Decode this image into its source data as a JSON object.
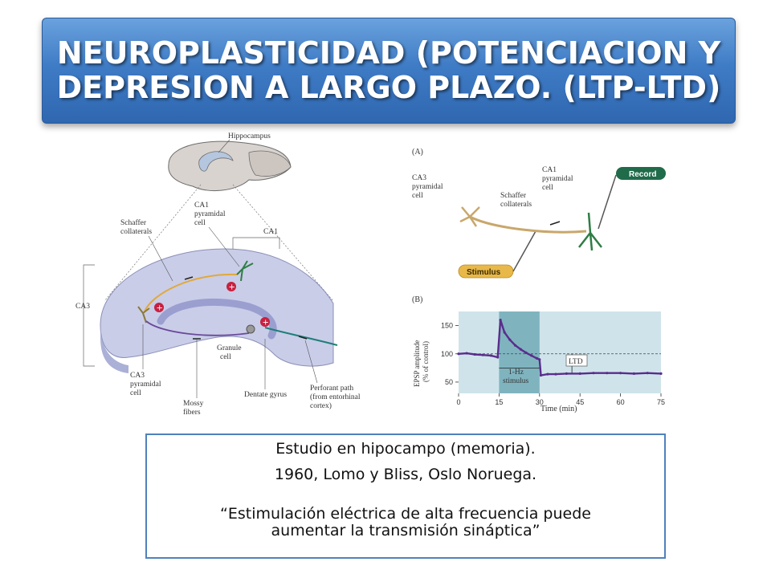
{
  "slide": {
    "title_line1": "NEUROPLASTICIDAD (POTENCIACION Y",
    "title_line2": "DEPRESION A LARGO PLAZO. (LTP-LTD)",
    "text_line1": "Estudio en hipocampo (memoria).",
    "text_line2": "1960, Lomo y Bliss, Oslo Noruega.",
    "quote": "“Estimulación eléctrica de alta frecuencia puede aumentar la transmisión sináptica”"
  },
  "hippocampus_figure": {
    "labels": {
      "hippocampus": "Hippocampus",
      "ca1_pyramidal_1": "CA1",
      "ca1_pyramidal_2": "pyramidal",
      "ca1_pyramidal_3": "cell",
      "schaffer_1": "Schaffer",
      "schaffer_2": "collaterals",
      "ca1": "CA1",
      "ca3": "CA3",
      "granule_1": "Granule",
      "granule_2": "cell",
      "ca3_pyr_1": "CA3",
      "ca3_pyr_2": "pyramidal",
      "ca3_pyr_3": "cell",
      "mossy_1": "Mossy",
      "mossy_2": "fibers",
      "dentate": "Dentate gyrus",
      "perforant_1": "Perforant path",
      "perforant_2": "(from entorhinal",
      "perforant_3": "cortex)"
    }
  },
  "ltd_figure": {
    "panel_a": "(A)",
    "panel_b": "(B)",
    "ca3_1": "CA3",
    "ca3_2": "pyramidal",
    "ca3_3": "cell",
    "ca1_1": "CA1",
    "ca1_2": "pyramidal",
    "ca1_3": "cell",
    "schaffer_1": "Schaffer",
    "schaffer_2": "collaterals",
    "record": "Record",
    "stimulus": "Stimulus",
    "ylabel_1": "EPSP amplitude",
    "ylabel_2": "(% of control)",
    "xlabel": "Time (min)",
    "ltd_label": "LTD",
    "stim_label_1": "1-Hz",
    "stim_label_2": "stimulus"
  },
  "chart_data": {
    "type": "scatter",
    "xlabel": "Time (min)",
    "ylabel": "EPSP amplitude (% of control)",
    "xlim": [
      0,
      75
    ],
    "ylim": [
      30,
      175
    ],
    "x_ticks": [
      0,
      15,
      30,
      45,
      60,
      75
    ],
    "y_ticks": [
      50,
      100,
      150
    ],
    "reference_line": 100,
    "stimulus_window": [
      15,
      30
    ],
    "series": [
      {
        "x": [
          0,
          3,
          6,
          9,
          12,
          14.5,
          15.5,
          17,
          19,
          21,
          23,
          25,
          27,
          29,
          30,
          30.5,
          33,
          36,
          40,
          45,
          50,
          55,
          60,
          65,
          70,
          75
        ],
        "y": [
          100,
          101,
          99,
          98,
          97,
          94,
          160,
          138,
          125,
          115,
          108,
          102,
          97,
          92,
          90,
          62,
          64,
          64,
          65,
          65,
          66,
          66,
          66,
          65,
          66,
          65
        ]
      }
    ],
    "colors": {
      "series": "#5a2d8c",
      "stim_band": "#7fb4bf",
      "plot_bg": "#cfe4ea"
    }
  }
}
